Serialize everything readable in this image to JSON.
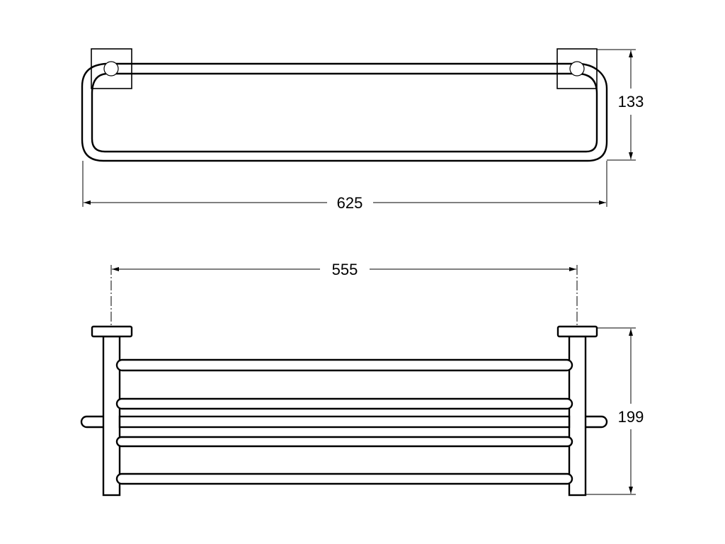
{
  "drawing": {
    "top_view": {
      "width_dimension": "625",
      "depth_dimension": "133"
    },
    "front_view": {
      "mount_spacing_dimension": "555",
      "height_dimension": "199"
    },
    "line_color": "#000000",
    "background": "#ffffff"
  }
}
